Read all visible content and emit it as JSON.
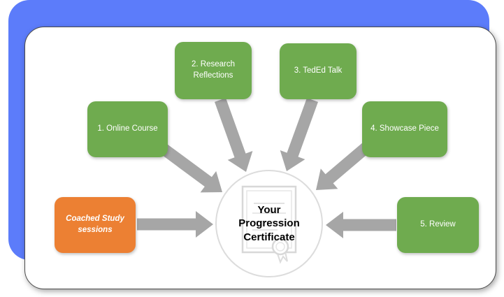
{
  "diagram": {
    "background_color": "#5C7CFA",
    "arrow_color": "#A6A6A6",
    "center": {
      "lines": [
        "Your",
        "Progression",
        "Certificate"
      ]
    },
    "nodes": [
      {
        "label": "1. Online Course",
        "color": "#6FAB4F"
      },
      {
        "label": "2. Research Reflections",
        "color": "#6FAB4F"
      },
      {
        "label": "3. TedEd Talk",
        "color": "#6FAB4F"
      },
      {
        "label": "4. Showcase Piece",
        "color": "#6FAB4F"
      },
      {
        "label": "Coached Study sessions",
        "color": "#EC8033"
      },
      {
        "label": "5. Review",
        "color": "#6FAB4F"
      }
    ]
  }
}
